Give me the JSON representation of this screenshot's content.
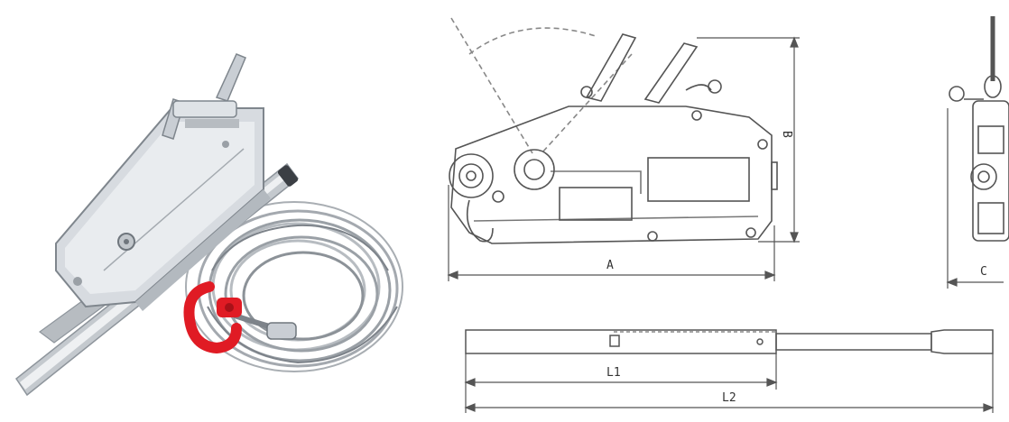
{
  "figure": {
    "labels": {
      "a": "A",
      "b": "B",
      "c": "C",
      "l1": "L1",
      "l2": "L2"
    },
    "colors": {
      "body_light": "#e9ecef",
      "body_mid": "#c9ced4",
      "body_dark": "#8e959c",
      "cable": "#9aa0a6",
      "hook_red": "#e01b24",
      "line": "#555555",
      "dash": "#888888"
    }
  }
}
